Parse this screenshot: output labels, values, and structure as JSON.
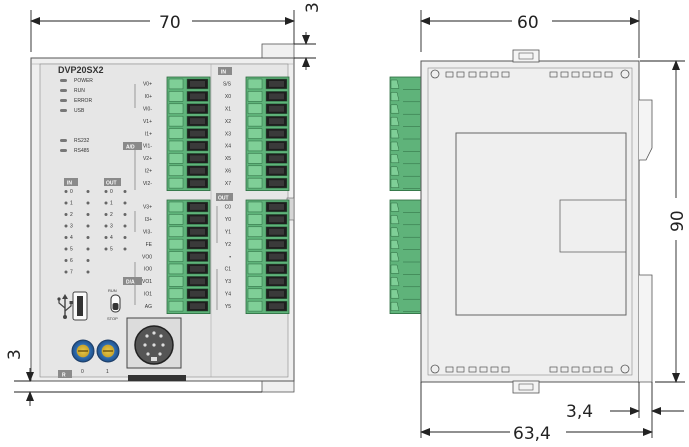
{
  "dimensions": {
    "front_width": "70",
    "top_offset": "3",
    "bottom_offset": "3",
    "side_width": "60",
    "side_height": "90",
    "rail_offset": "3,4",
    "total_depth": "63,4"
  },
  "device": {
    "model": "DVP20SX2",
    "status_leds": [
      "POWER",
      "RUN",
      "ERROR",
      "USB"
    ],
    "comm_leds": [
      "RS232",
      "RS485"
    ],
    "in_tag": "IN",
    "out_tag": "OUT",
    "in_nums": [
      "0",
      "1",
      "2",
      "3",
      "4",
      "5",
      "6",
      "7"
    ],
    "out_nums": [
      "0",
      "1",
      "2",
      "3",
      "4",
      "5"
    ],
    "ad_tag": "A/D",
    "da_tag": "D/A",
    "in_tag_top": "IN",
    "out_tag_right": "OUT",
    "left_top_terms": [
      "V0+",
      "I0+",
      "VI0-",
      "V1+",
      "I1+",
      "VI1-",
      "V2+",
      "I2+",
      "VI2-"
    ],
    "left_bottom_terms": [
      "V3+",
      "I3+",
      "VI3-",
      "FE",
      "VO0",
      "IO0",
      "VO1",
      "IO1",
      "AG"
    ],
    "right_top_terms": [
      "S/S",
      "X0",
      "X1",
      "X2",
      "X3",
      "X4",
      "X5",
      "X6",
      "X7"
    ],
    "right_bottom_terms": [
      "C0",
      "Y0",
      "Y1",
      "Y2",
      "•",
      "C1",
      "Y3",
      "Y4",
      "Y5"
    ],
    "switch_run": "RUN",
    "switch_stop": "STOP",
    "pot_labels": [
      "0",
      "1"
    ],
    "r_tag": "R"
  }
}
